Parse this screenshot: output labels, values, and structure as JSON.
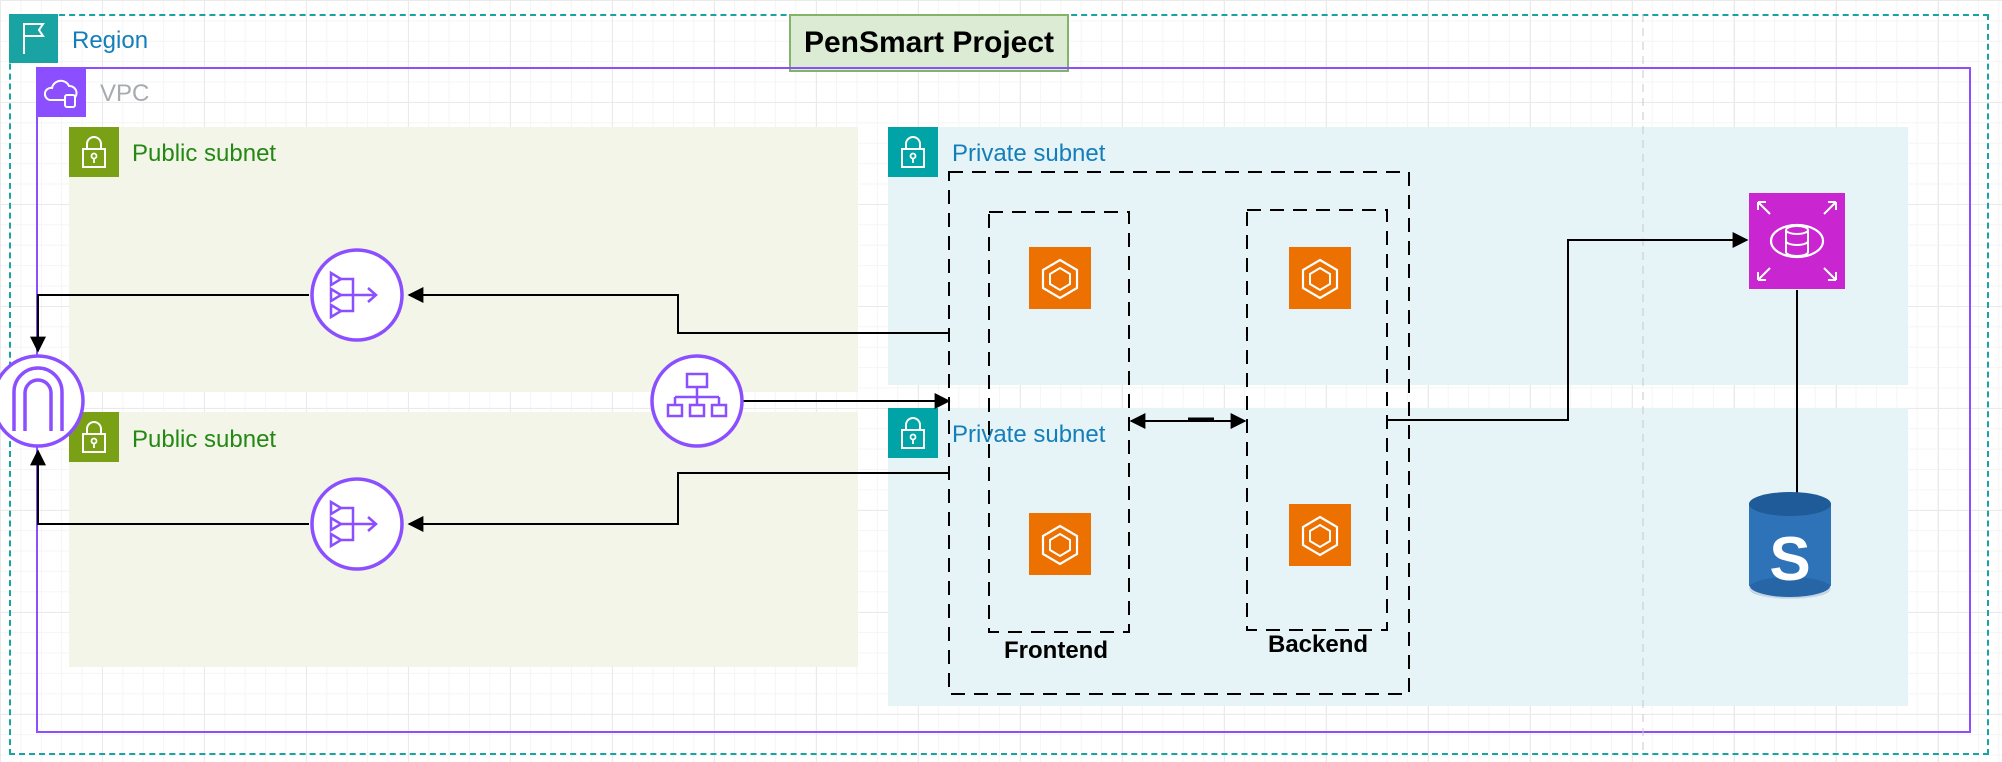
{
  "title": "PenSmart Project",
  "region": {
    "label": "Region"
  },
  "vpc": {
    "label": "VPC"
  },
  "public_subnets": [
    {
      "label": "Public subnet"
    },
    {
      "label": "Public subnet"
    }
  ],
  "private_subnets": [
    {
      "label": "Private subnet"
    },
    {
      "label": "Private subnet"
    }
  ],
  "groups": {
    "frontend": "Frontend",
    "backend": "Backend"
  },
  "icons": {
    "region": "region-flag-icon",
    "vpc": "vpc-cloud-icon",
    "subnet": "padlock-icon",
    "internet_gateway": "internet-gateway-icon",
    "nat_gateway": "nat-gateway-icon",
    "load_balancer": "load-balancer-icon",
    "container": "ecs-container-icon",
    "database": "rds-database-icon",
    "storage": "s3-bucket-icon"
  },
  "colors": {
    "region_border": "#1aa3a3",
    "vpc_border": "#8c4fff",
    "public_subnet_bg": "#f2f5e8",
    "public_subnet_icon": "#7aa116",
    "private_subnet_bg": "#e6f4f7",
    "private_subnet_icon": "#00a4a6",
    "network_purple": "#8c4fff",
    "compute_orange": "#ed7100",
    "database_magenta": "#c925d1",
    "s3_blue": "#2e73b8",
    "title_bg": "#dcecd4",
    "title_border": "#82b366"
  }
}
